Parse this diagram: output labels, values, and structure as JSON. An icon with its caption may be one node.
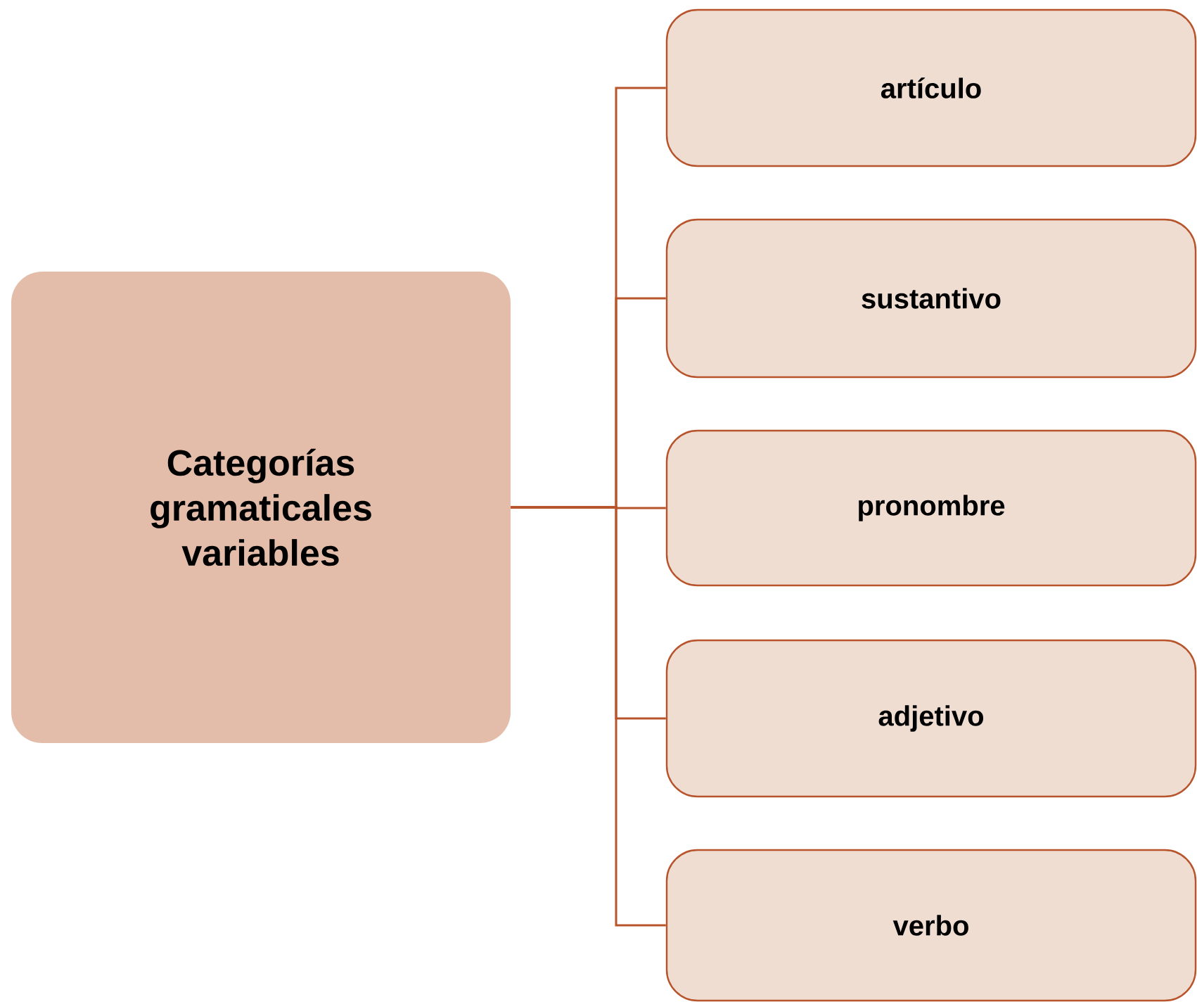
{
  "diagram": {
    "nodes": [
      {
        "text": [
          "Categorías gramaticales variables"
        ]
      },
      {
        "text": [
          "artículo"
        ]
      },
      {
        "text": [
          "sustantivo"
        ]
      },
      {
        "text": [
          "pronombre"
        ]
      },
      {
        "text": [
          "adjetivo"
        ]
      },
      {
        "text": [
          "verbo"
        ]
      }
    ],
    "edges": [
      {
        "from": 0,
        "to": 1,
        "arrow": "none"
      },
      {
        "from": 0,
        "to": 2,
        "arrow": "none"
      },
      {
        "from": 0,
        "to": 3,
        "arrow": "none"
      },
      {
        "from": 0,
        "to": 4,
        "arrow": "none"
      },
      {
        "from": 0,
        "to": 5,
        "arrow": "none"
      }
    ]
  }
}
